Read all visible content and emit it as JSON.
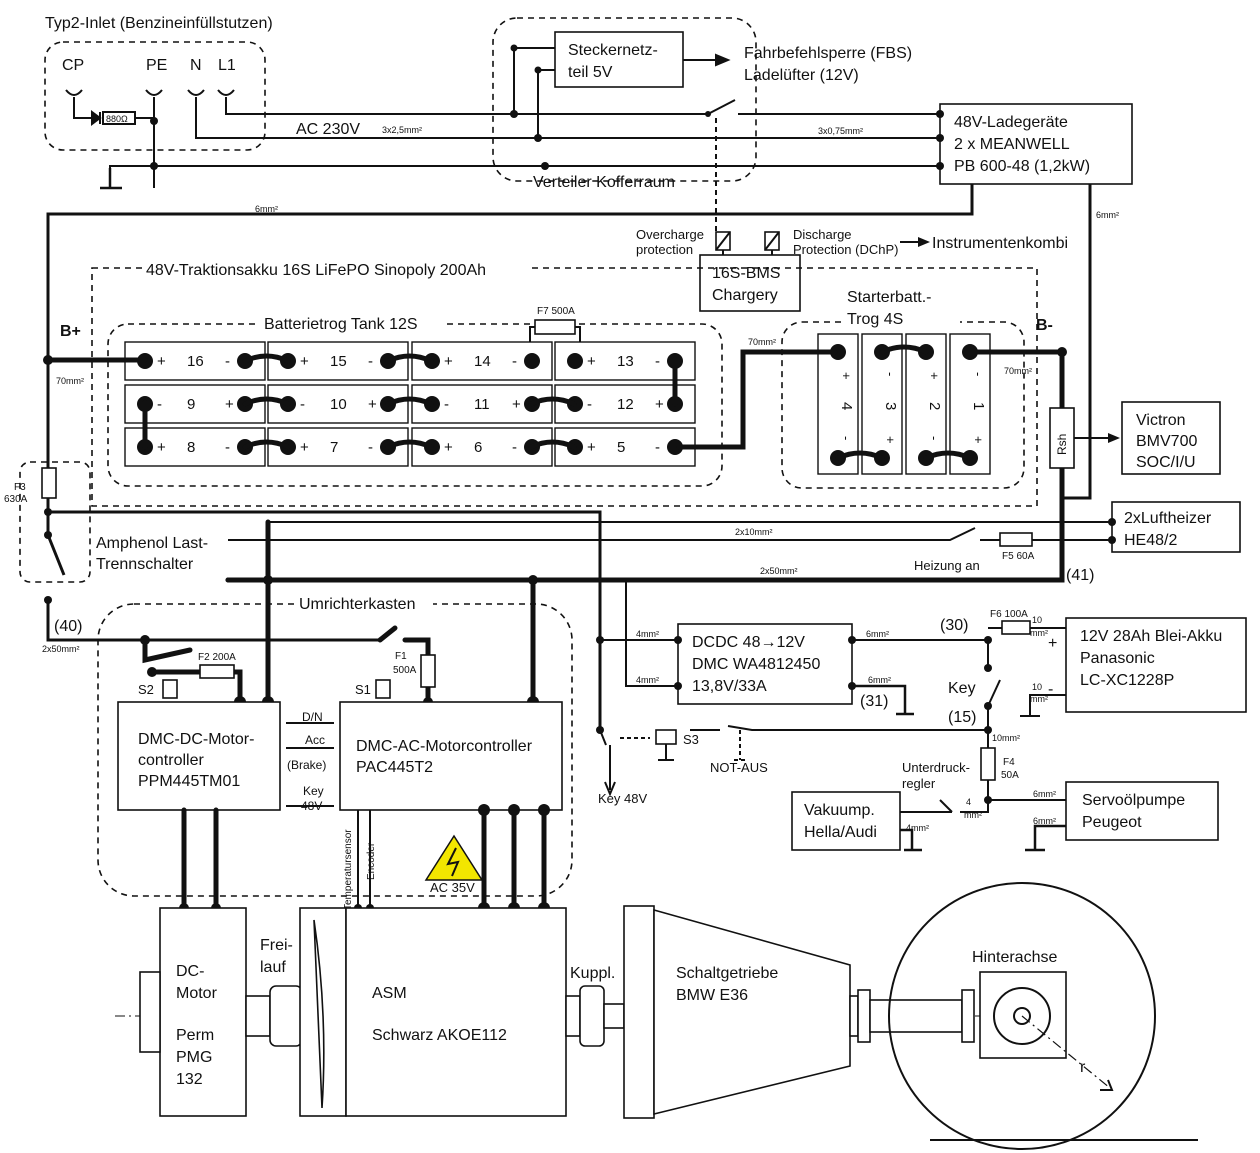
{
  "inlet": {
    "title": "Typ2-Inlet (Benzineinfüllstutzen)",
    "cp": "CP",
    "pe": "PE",
    "n": "N",
    "l1": "L1",
    "resistor": "880Ω"
  },
  "mains": {
    "label": "AC 230V",
    "cable1": "3x2,5mm²",
    "cable2": "3x0,75mm²",
    "ground_cable": "6mm²"
  },
  "verteiler": {
    "title": "Verteiler Kofferraum",
    "psu_line1": "Steckernetz-",
    "psu_line2": "teil 5V"
  },
  "fbs": {
    "line1": "Fahrbefehlsperre (FBS)",
    "line2": "Ladelüfter (12V)"
  },
  "charger": {
    "line1": "48V-Ladegeräte",
    "line2": "2 x MEANWELL",
    "line3": "PB 600-48 (1,2kW)",
    "cable": "6mm²"
  },
  "bms": {
    "line1": "16S-BMS",
    "line2": "Chargery",
    "overcharge1": "Overcharge",
    "overcharge2": "protection",
    "discharge1": "Discharge",
    "discharge2": "Protection (DChP)",
    "instrument": "Instrumentenkombi"
  },
  "traction": {
    "title": "48V-Traktionsakku 16S LiFePO Sinopoly 200Ah",
    "bplus": "B+",
    "bminus": "B-",
    "tank": "Batterietrog Tank  12S",
    "fuse_f7": "F7 500A",
    "starter1": "Starterbatt.-",
    "starter2": "Trog 4S",
    "cable70a": "70mm²",
    "cable70b": "70mm²",
    "cable70c": "70mm²",
    "rsh": "Rsh"
  },
  "cells": {
    "row1": [
      "16",
      "15",
      "14",
      "13"
    ],
    "row2": [
      "9",
      "10",
      "11",
      "12"
    ],
    "row3": [
      "8",
      "7",
      "6",
      "5"
    ],
    "starter": [
      "4",
      "3",
      "2",
      "1"
    ]
  },
  "victron": {
    "line1": "Victron",
    "line2": "BMV700",
    "line3": "SOC/I/U"
  },
  "heater": {
    "line1": "2xLuftheizer",
    "line2": "HE48/2",
    "switch": "Heizung an",
    "fuse": "F5 60A",
    "cable10": "2x10mm²",
    "cable50": "2x50mm²",
    "node41": "(41)"
  },
  "disconnect": {
    "fuse": "F3",
    "fuse2": "630A",
    "line1": "Amphenol Last-",
    "line2": "Trennschalter",
    "node40": "(40)",
    "cable50": "2x50mm²"
  },
  "umrichter": {
    "title": "Umrichterkasten",
    "f2": "F2 200A",
    "f1": "F1",
    "f1b": "500A",
    "s1": "S1",
    "s2": "S2"
  },
  "dcdc": {
    "line1": "DCDC 48→12V",
    "line2": "DMC WA4812450",
    "line3": "13,8V/33A",
    "in1": "4mm²",
    "in2": "4mm²",
    "out1": "6mm²",
    "out2": "6mm²",
    "node30": "(30)",
    "node31": "(31)"
  },
  "battery12": {
    "line1": "12V 28Ah Blei-Akku",
    "line2": "Panasonic",
    "line3": "LC-XC1228P",
    "fuse": "F6 100A",
    "c1": "10",
    "c1b": "mm²",
    "c2": "10",
    "c2b": "mm²"
  },
  "key": {
    "label": "Key",
    "node15": "(15)",
    "key48": "Key 48V",
    "s3": "S3",
    "notaus": "NOT-AUS"
  },
  "dc_ctrl": {
    "line1": "DMC-DC-Motor-",
    "line2": "controller",
    "line3": "PPM445TM01"
  },
  "ac_ctrl": {
    "line1": "DMC-AC-Motorcontroller",
    "line2": "PAC445T2",
    "dn": "D/N",
    "acc": "Acc",
    "brake": "(Brake)",
    "key1": "Key",
    "key2": "48V",
    "temp": "Temperatursensor",
    "encoder": "Encoder",
    "ac35": "AC 35V"
  },
  "vacuum": {
    "line1": "Vakuump.",
    "line2": "Hella/Audi",
    "reg1": "Unterdruck-",
    "reg2": "regler",
    "f4": "F4",
    "f4b": "50A",
    "c10": "10mm²",
    "c4": "4",
    "c4b": "mm²",
    "c4mm": "4mm²"
  },
  "servo": {
    "line1": "Servoölpumpe",
    "line2": "Peugeot",
    "c6a": "6mm²",
    "c6b": "6mm²"
  },
  "motors": {
    "dc1": "DC-",
    "dc2": "Motor",
    "pmg1": "Perm",
    "pmg2": "PMG",
    "pmg3": "132",
    "frei1": "Frei-",
    "frei2": "lauf",
    "asm": "ASM",
    "asm2": "Schwarz AKOE112",
    "kuppl": "Kuppl.",
    "gear1": "Schaltgetriebe",
    "gear2": "BMW E36",
    "axle": "Hinterachse",
    "radius": "r"
  }
}
